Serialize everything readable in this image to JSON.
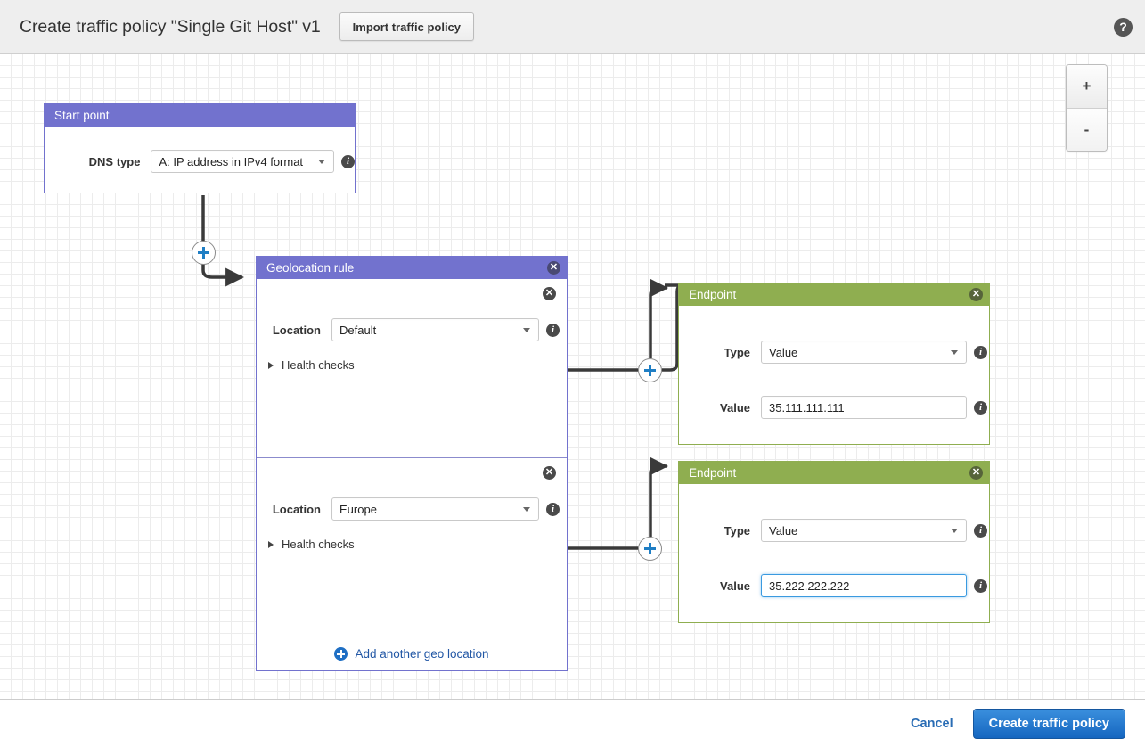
{
  "topbar": {
    "title": "Create traffic policy \"Single Git Host\" v1",
    "import_button": "Import traffic policy",
    "help_icon": "?"
  },
  "canvas": {
    "zoom_in": "+",
    "zoom_out": "-"
  },
  "icons": {
    "close": "✕",
    "info": "i"
  },
  "start_point": {
    "title": "Start point",
    "dns_type_label": "DNS type",
    "dns_type_value": "A: IP address in IPv4 format"
  },
  "geolocation_rule": {
    "title": "Geolocation rule",
    "add_label": "Add another geo location",
    "locations": [
      {
        "label": "Location",
        "value": "Default",
        "health_checks": "Health checks"
      },
      {
        "label": "Location",
        "value": "Europe",
        "health_checks": "Health checks"
      }
    ]
  },
  "endpoints": [
    {
      "title": "Endpoint",
      "type_label": "Type",
      "type_value": "Value",
      "value_label": "Value",
      "value_value": "35.111.111.111",
      "focused": false
    },
    {
      "title": "Endpoint",
      "type_label": "Type",
      "type_value": "Value",
      "value_label": "Value",
      "value_value": "35.222.222.222",
      "focused": true
    }
  ],
  "footer": {
    "cancel": "Cancel",
    "submit": "Create traffic policy"
  },
  "colors": {
    "rule_purple": "#7272ce",
    "endpoint_green": "#8fae50",
    "accent_blue": "#1566c0",
    "link_blue": "#2257a5"
  }
}
